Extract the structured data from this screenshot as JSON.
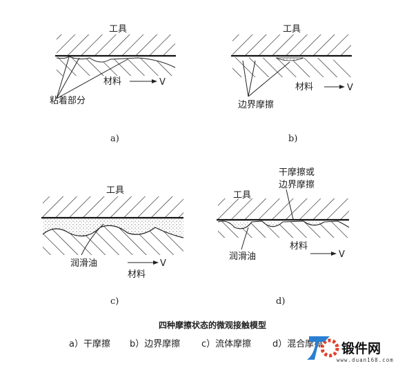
{
  "panels": {
    "a": {
      "tool": "工具",
      "material": "材料",
      "velocity": "V",
      "callout": "粘着部分",
      "label": "a)"
    },
    "b": {
      "tool": "工具",
      "material": "材料",
      "velocity": "V",
      "callout": "边界摩擦",
      "label": "b)"
    },
    "c": {
      "tool": "工具",
      "material": "材料",
      "velocity": "V",
      "callout": "润滑油",
      "label": "c)"
    },
    "d": {
      "tool": "工具",
      "material": "材料",
      "velocity": "V",
      "callout_top_1": "干摩擦或",
      "callout_top_2": "边界摩擦",
      "callout": "润滑油",
      "label": "d)"
    }
  },
  "title": "四种摩擦状态的微观接触模型",
  "caption": {
    "a": "a）干摩擦",
    "b": "b）边界摩擦",
    "c": "c）流体摩擦",
    "d": "d）混合摩擦"
  },
  "watermark": {
    "name": "锻件网",
    "url": "www.duan168.com",
    "colors": {
      "blue": "#2a7fd0",
      "red": "#e0402a"
    }
  }
}
